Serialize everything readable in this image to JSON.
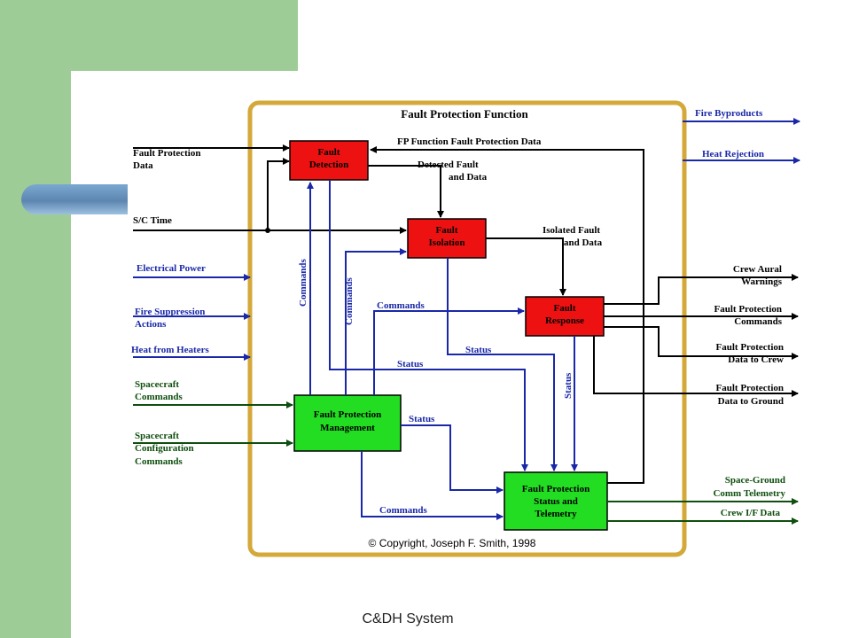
{
  "diagram": {
    "title": "Fault Protection Function",
    "copyright": "© Copyright, Joseph F. Smith, 1998",
    "blocks": {
      "detection": [
        "Fault",
        "Detection"
      ],
      "isolation": [
        "Fault",
        "Isolation"
      ],
      "response": [
        "Fault",
        "Response"
      ],
      "management": [
        "Fault Protection",
        "Management"
      ],
      "status": [
        "Fault Protection",
        "Status and",
        "Telemetry"
      ]
    },
    "inputs": {
      "fp_data": [
        "Fault Protection",
        "Data"
      ],
      "sc_time": "S/C Time",
      "electrical_power": "Electrical Power",
      "fire_suppression": [
        "Fire Suppression",
        "Actions"
      ],
      "heat_from_heaters": "Heat from Heaters",
      "sc_commands": [
        "Spacecraft",
        "Commands"
      ],
      "sc_config": [
        "Spacecraft",
        "Configuration",
        "Commands"
      ]
    },
    "outputs": {
      "fire_byproducts": "Fire Byproducts",
      "heat_rejection": "Heat Rejection",
      "crew_aural": [
        "Crew Aural",
        "Warnings"
      ],
      "fp_commands": [
        "Fault Protection",
        "Commands"
      ],
      "fp_data_crew": [
        "Fault Protection",
        "Data to Crew"
      ],
      "fp_data_ground": [
        "Fault Protection",
        "Data to Ground"
      ],
      "space_ground": [
        "Space-Ground",
        "Comm Telemetry"
      ],
      "crew_if": "Crew I/F Data"
    },
    "flows": {
      "fp_function_data": "FP Function Fault Protection Data",
      "detected_fault": [
        "Detected Fault",
        "and Data"
      ],
      "isolated_fault": [
        "Isolated Fault",
        "and Data"
      ],
      "commands": "Commands",
      "status": "Status"
    }
  },
  "footer": "C&DH System",
  "colors": {
    "red": "#ee1111",
    "green": "#22dd22",
    "frame": "#d4a93a",
    "blue": "#1a28a8",
    "darkgreen": "#0f4f0f"
  }
}
